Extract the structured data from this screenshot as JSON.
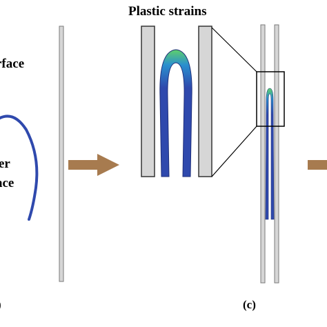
{
  "labels": {
    "title": "Plastic strains",
    "fragment_surface": "rface",
    "fragment_er": "er",
    "fragment_ace": "ace",
    "panel_a": ")",
    "panel_c": "(c)"
  },
  "colors": {
    "plate_fill": "#d6d6d6",
    "plate_stroke": "#7a7a7a",
    "arrow": "#a77b4f",
    "sheet": "#2f49ad",
    "strain_mid": "#2a8fcf",
    "strain_high": "#4fc46a",
    "text": "#000000"
  }
}
